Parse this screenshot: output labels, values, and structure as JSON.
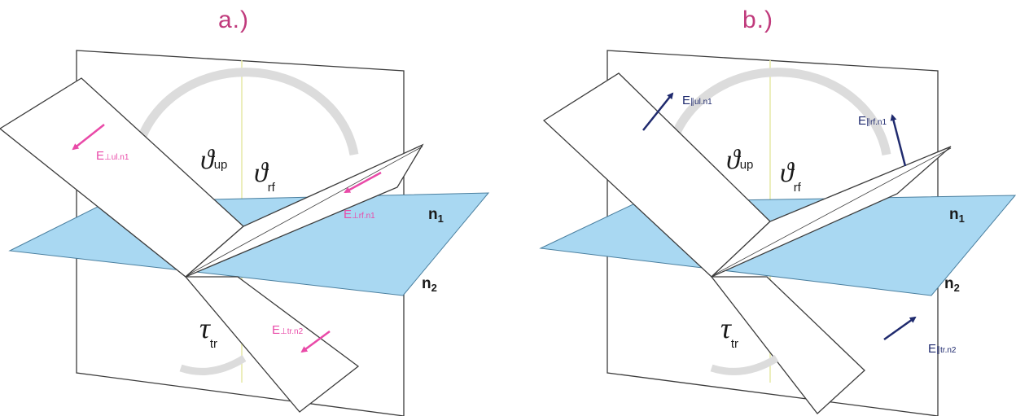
{
  "colors": {
    "title": "#c03a7c",
    "water": "#a9d8f2",
    "water_edge": "#4a7f9f",
    "plane_edge": "#3c3c3c",
    "arc": "#dcdcdc",
    "normal_line": "#e6e9a6",
    "perp_vector": "#e94aa8",
    "par_vector": "#1f2a6e",
    "label_dark": "#1a1a1a"
  },
  "panels": [
    {
      "title": "a.)",
      "angle_incident": {
        "sym": "ϑ",
        "sub": "up"
      },
      "angle_reflected": {
        "sym": "ϑ",
        "sub": "rf"
      },
      "angle_transmitted": {
        "sym": "τ",
        "sub": "tr"
      },
      "medium_1": {
        "sym": "n",
        "sub": "1"
      },
      "medium_2": {
        "sym": "n",
        "sub": "2"
      },
      "vectors": [
        {
          "sym": "E",
          "sub": "⊥ul.n1",
          "color": "perp_vector"
        },
        {
          "sym": "E",
          "sub": "⊥rf.n1",
          "color": "perp_vector"
        },
        {
          "sym": "E",
          "sub": "⊥tr.n2",
          "color": "perp_vector"
        }
      ]
    },
    {
      "title": "b.)",
      "angle_incident": {
        "sym": "ϑ",
        "sub": "up"
      },
      "angle_reflected": {
        "sym": "ϑ",
        "sub": "rf"
      },
      "angle_transmitted": {
        "sym": "τ",
        "sub": "tr"
      },
      "medium_1": {
        "sym": "n",
        "sub": "1"
      },
      "medium_2": {
        "sym": "n",
        "sub": "2"
      },
      "vectors": [
        {
          "sym": "E",
          "sub": "∥ul.n1",
          "color": "par_vector"
        },
        {
          "sym": "E",
          "sub": "∥rf.n1",
          "color": "par_vector"
        },
        {
          "sym": "E",
          "sub": "∥tr.n2",
          "color": "par_vector"
        }
      ]
    }
  ]
}
